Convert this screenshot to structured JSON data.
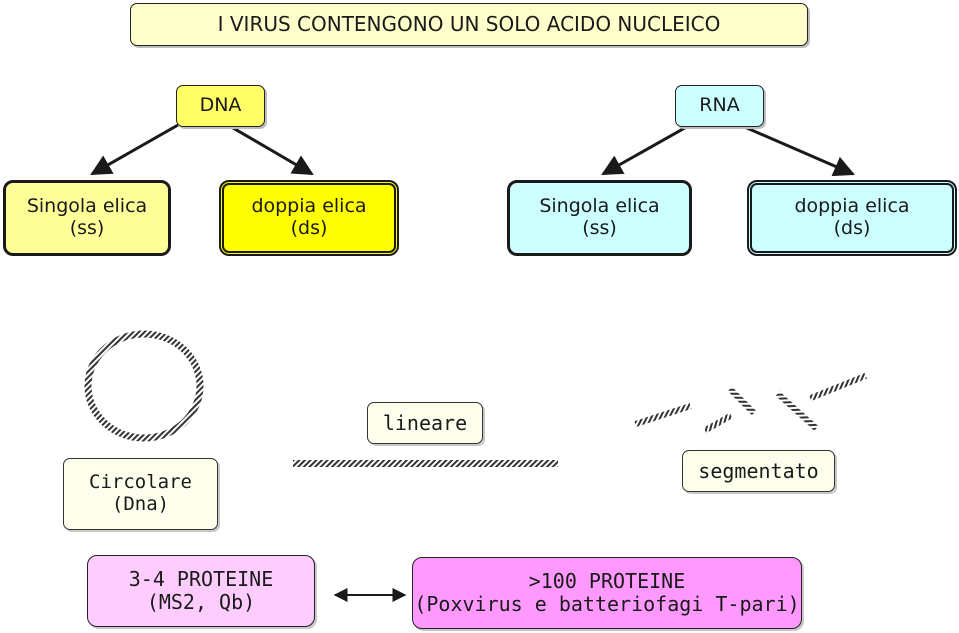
{
  "title": "I VIRUS CONTENGONO UN SOLO ACIDO NUCLEICO",
  "dna": {
    "label": "DNA",
    "single": {
      "line1": "Singola elica",
      "line2": "(ss)"
    },
    "double": {
      "line1": "doppia elica",
      "line2": "(ds)"
    }
  },
  "rna": {
    "label": "RNA",
    "single": {
      "line1": "Singola elica",
      "line2": "(ss)"
    },
    "double": {
      "line1": "doppia elica",
      "line2": "(ds)"
    }
  },
  "shapes": {
    "circular": {
      "line1": "Circolare",
      "line2": "(Dna)"
    },
    "linear": "lineare",
    "segmented": "segmentato"
  },
  "proteins": {
    "small": {
      "line1": "3-4 PROTEINE",
      "line2": "(MS2, Qb)"
    },
    "large": {
      "line1": ">100 PROTEINE",
      "line2": "(Poxvirus e batteriofagi T-pari)"
    }
  },
  "colors": {
    "dna_light": "#ffff99",
    "dna_bright": "#ffff00",
    "rna": "#ccffff",
    "protein_light": "#ffccff",
    "protein_bright": "#ff99ff"
  }
}
